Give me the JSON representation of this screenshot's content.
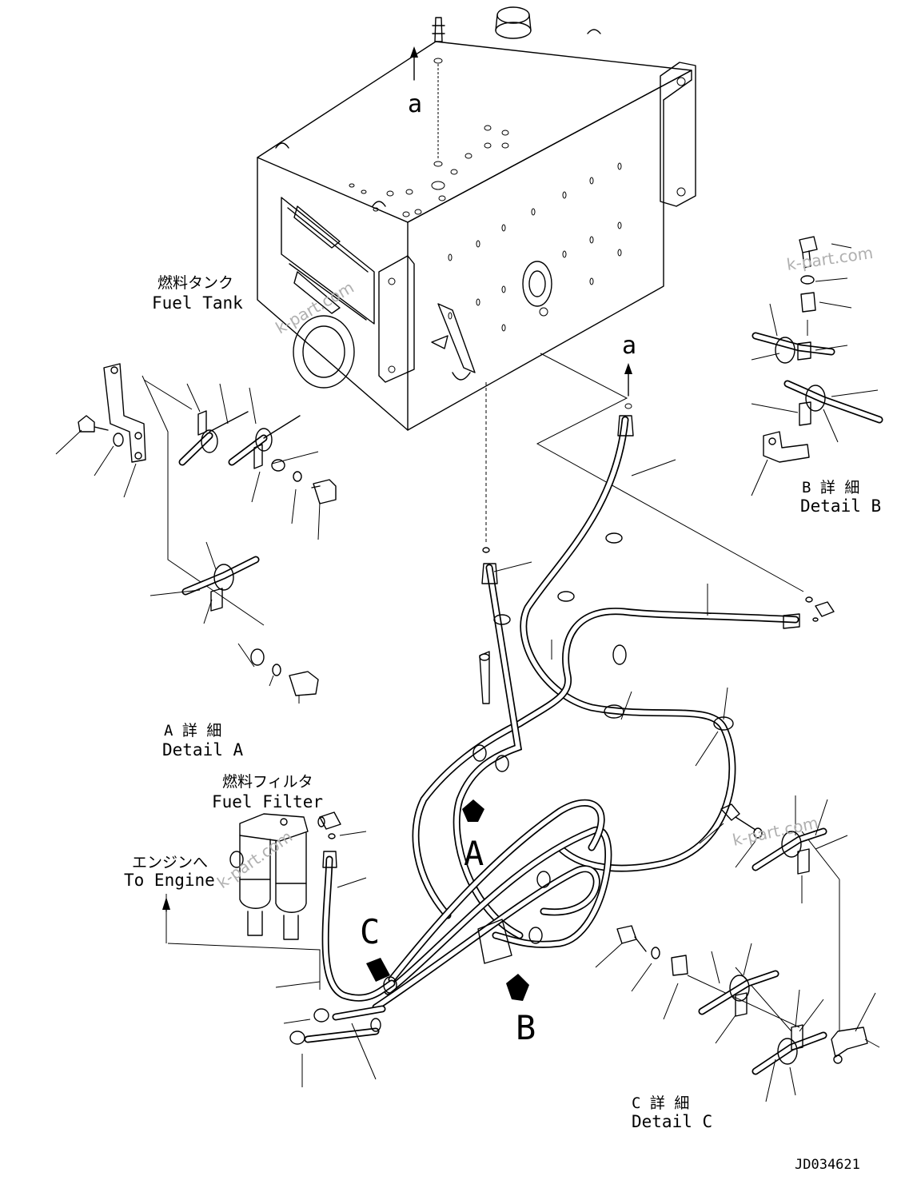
{
  "labels": {
    "fuel_tank_ja": "燃料タンク",
    "fuel_tank_en": "Fuel Tank",
    "fuel_filter_ja": "燃料フィルタ",
    "fuel_filter_en": "Fuel Filter",
    "to_engine_ja": "エンジンへ",
    "to_engine_en": "To Engine",
    "detail_a_ja": "A 詳 細",
    "detail_a_en": "Detail A",
    "detail_b_ja": "B 詳 細",
    "detail_b_en": "Detail B",
    "detail_c_ja": "C 詳 細",
    "detail_c_en": "Detail C",
    "marker_a_lower": "a",
    "arrow_a": "A",
    "arrow_b": "B",
    "arrow_c": "C",
    "drawing_number": "JD034621",
    "watermark": "k-part.com"
  }
}
